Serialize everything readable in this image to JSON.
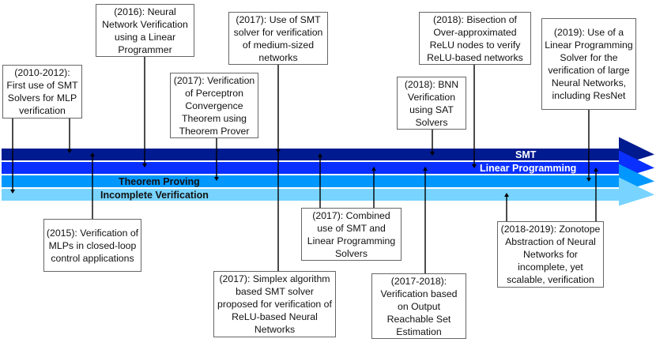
{
  "bands": [
    {
      "label": "SMT",
      "color": "#001a8f",
      "label_color": "#ffffff"
    },
    {
      "label": "Linear Programming",
      "color": "#0a30ff",
      "label_color": "#ffffff"
    },
    {
      "label": "Theorem Proving",
      "color": "#0098ff",
      "label_color": "#111111"
    },
    {
      "label": "Incomplete Verification",
      "color": "#78d4ff",
      "label_color": "#111111"
    }
  ],
  "milestones": [
    {
      "text": "(2010-2012): First use of SMT Solvers for MLP verification",
      "bands": [
        "Incomplete Verification",
        "SMT"
      ]
    },
    {
      "text": "(2016): Neural Network Verification using a Linear Programmer",
      "bands": [
        "Linear Programming"
      ]
    },
    {
      "text": "(2017): Verification of Perceptron Convergence Theorem using Theorem Prover",
      "bands": [
        "Theorem Proving"
      ]
    },
    {
      "text": "(2017): Use of SMT solver for verification of medium-sized networks",
      "bands": [
        "SMT"
      ]
    },
    {
      "text": "(2018): BNN Verification using SAT Solvers",
      "bands": [
        "SMT"
      ]
    },
    {
      "text": "(2018): Bisection of Over-approximated ReLU nodes to verify ReLU-based networks",
      "bands": [
        "Linear Programming"
      ]
    },
    {
      "text": "(2019): Use of a Linear Programming Solver for the verification of large Neural Networks, including ResNet",
      "bands": [
        "Theorem Proving"
      ]
    },
    {
      "text": "(2015): Verification of MLPs in closed-loop control applications",
      "bands": [
        "SMT"
      ]
    },
    {
      "text": "(2017): Simplex algorithm based SMT solver proposed for verification of ReLU-based Neural Networks",
      "bands": [
        "SMT"
      ]
    },
    {
      "text": "(2017): Combined use of SMT and Linear Programming Solvers",
      "bands": [
        "SMT",
        "Linear Programming"
      ]
    },
    {
      "text": "(2017-2018): Verification based on Output Reachable Set Estimation",
      "bands": [
        "Linear Programming"
      ]
    },
    {
      "text": "(2018-2019): Zonotope Abstraction of Neural Networks for incomplete, yet scalable, verification",
      "bands": [
        "Incomplete Verification",
        "Linear Programming"
      ]
    }
  ]
}
